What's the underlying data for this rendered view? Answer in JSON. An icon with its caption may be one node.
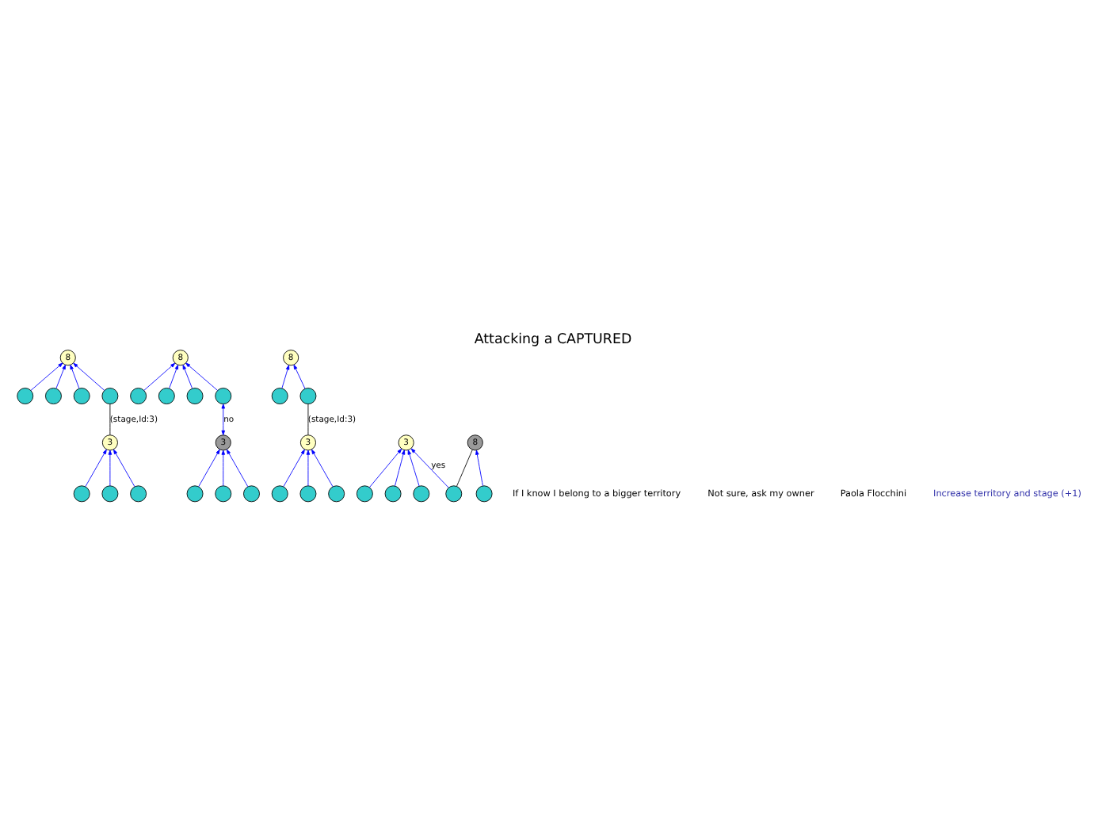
{
  "diagram": {
    "title": "Attacking a CAPTURED",
    "nodes": [
      {
        "text": [
          "3"
        ]
      },
      {
        "text": [],
        "shape": "circle"
      },
      {
        "text": [],
        "shape": "circle"
      },
      {
        "text": [],
        "shape": "circle"
      },
      {
        "text": [
          "8"
        ]
      },
      {
        "text": [],
        "shape": "circle"
      },
      {
        "text": [],
        "shape": "circle"
      },
      {
        "text": [],
        "shape": "circle"
      },
      {
        "text": [],
        "shape": "circle"
      },
      {
        "text": [
          "3"
        ]
      },
      {
        "text": [],
        "shape": "circle"
      },
      {
        "text": [],
        "shape": "circle"
      },
      {
        "text": [],
        "shape": "circle"
      },
      {
        "text": [
          "8"
        ]
      },
      {
        "text": [],
        "shape": "circle"
      },
      {
        "text": [],
        "shape": "circle"
      },
      {
        "text": [],
        "shape": "circle"
      },
      {
        "text": [],
        "shape": "circle"
      },
      {
        "text": [
          "3"
        ]
      },
      {
        "text": [],
        "shape": "circle"
      },
      {
        "text": [],
        "shape": "circle"
      },
      {
        "text": [],
        "shape": "circle"
      },
      {
        "text": [
          "8"
        ]
      },
      {
        "text": [],
        "shape": "circle"
      },
      {
        "text": [],
        "shape": "circle"
      },
      {
        "text": [
          "3"
        ]
      },
      {
        "text": [],
        "shape": "circle"
      },
      {
        "text": [],
        "shape": "circle"
      },
      {
        "text": [],
        "shape": "circle"
      },
      {
        "text": [
          "8"
        ]
      },
      {
        "text": [],
        "shape": "circle"
      },
      {
        "text": [],
        "shape": "circle"
      }
    ],
    "edges": [
      {
        "from": 1,
        "to": 0,
        "arrow": "to"
      },
      {
        "from": 2,
        "to": 0,
        "arrow": "to"
      },
      {
        "from": 3,
        "to": 0,
        "arrow": "to"
      },
      {
        "from": 0,
        "to": 5,
        "arrow": "none",
        "label": "(stage,Id:3)",
        "color": "#000000"
      },
      {
        "from": 5,
        "to": 4,
        "arrow": "to"
      },
      {
        "from": 6,
        "to": 4,
        "arrow": "to"
      },
      {
        "from": 7,
        "to": 4,
        "arrow": "to"
      },
      {
        "from": 8,
        "to": 4,
        "arrow": "to"
      },
      {
        "from": 10,
        "to": 9,
        "arrow": "to"
      },
      {
        "from": 11,
        "to": 9,
        "arrow": "to"
      },
      {
        "from": 12,
        "to": 9,
        "arrow": "to"
      },
      {
        "from": 9,
        "to": 14,
        "arrow": "both",
        "label": "no"
      },
      {
        "from": 14,
        "to": 13,
        "arrow": "to"
      },
      {
        "from": 15,
        "to": 13,
        "arrow": "to"
      },
      {
        "from": 16,
        "to": 13,
        "arrow": "to"
      },
      {
        "from": 17,
        "to": 13,
        "arrow": "to"
      },
      {
        "from": 19,
        "to": 18,
        "arrow": "to"
      },
      {
        "from": 20,
        "to": 18,
        "arrow": "to"
      },
      {
        "from": 21,
        "to": 18,
        "arrow": "to"
      },
      {
        "from": 18,
        "to": 23,
        "arrow": "none",
        "label": "(stage,Id:3)",
        "color": "#000000"
      },
      {
        "from": 23,
        "to": 22,
        "arrow": "to"
      },
      {
        "from": 24,
        "to": 22,
        "arrow": "to"
      },
      {
        "from": 26,
        "to": 25,
        "arrow": "to"
      },
      {
        "from": 27,
        "to": 25,
        "arrow": "to"
      },
      {
        "from": 28,
        "to": 25,
        "arrow": "to"
      },
      {
        "from": 30,
        "to": 25,
        "arrow": "to",
        "label": "yes"
      },
      {
        "from": 30,
        "to": 29,
        "arrow": "none",
        "color": "#000000"
      },
      {
        "from": 31,
        "to": 29,
        "arrow": "to"
      }
    ],
    "labels": [
      "If I know I belong to a bigger territory",
      "Not sure, ask my owner",
      "Paola Flocchini",
      "Increase territory and stage (+1)"
    ]
  }
}
